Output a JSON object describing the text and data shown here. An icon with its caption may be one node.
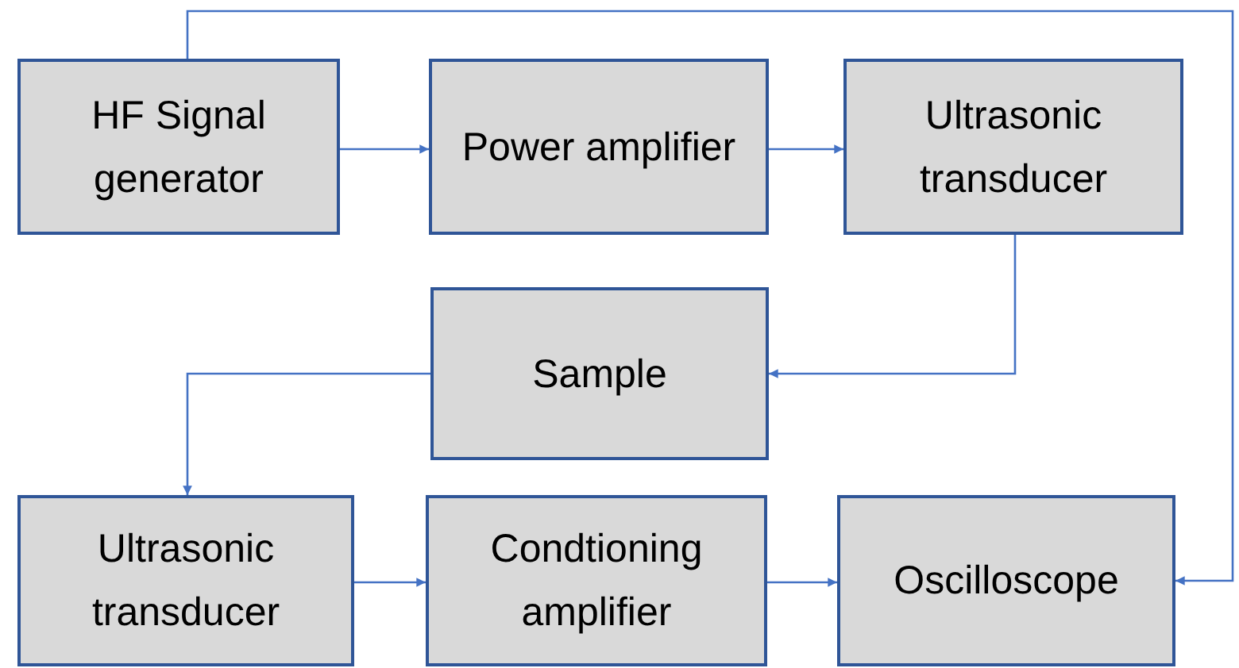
{
  "diagram": {
    "nodes": [
      {
        "text": [
          "HF Signal generator"
        ]
      },
      {
        "text": [
          "Power amplifier"
        ]
      },
      {
        "text": [
          "Ultrasonic transducer"
        ]
      },
      {
        "text": [
          "Sample"
        ]
      },
      {
        "text": [
          "Ultrasonic transducer"
        ]
      },
      {
        "text": [
          "Condtioning amplifier"
        ]
      },
      {
        "text": [
          "Oscilloscope"
        ]
      }
    ],
    "edges": [
      {
        "from": 0,
        "to": 1,
        "arrow": "to"
      },
      {
        "from": 1,
        "to": 2,
        "arrow": "to"
      },
      {
        "from": 2,
        "to": 3,
        "arrow": "to"
      },
      {
        "from": 3,
        "to": 4,
        "arrow": "to"
      },
      {
        "from": 4,
        "to": 5,
        "arrow": "to"
      },
      {
        "from": 5,
        "to": 6,
        "arrow": "to"
      },
      {
        "from": 0,
        "to": 6,
        "arrow": "to"
      }
    ]
  }
}
